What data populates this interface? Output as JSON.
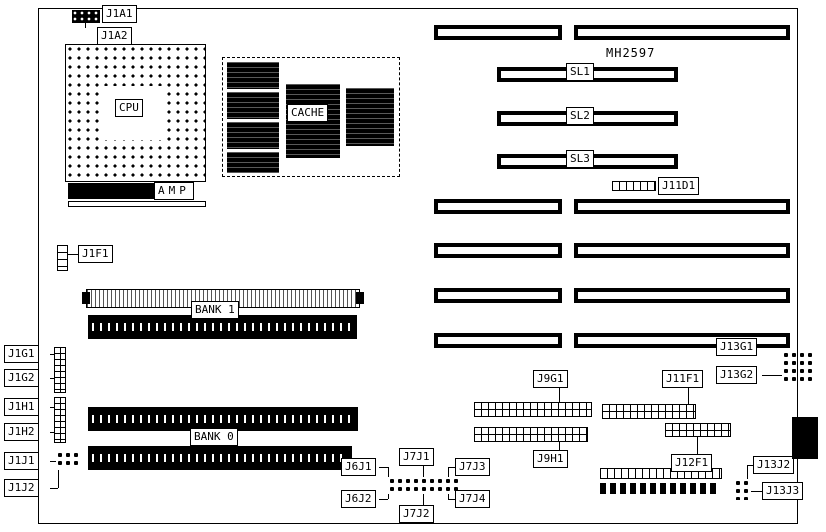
{
  "diagram": {
    "model": "MH2597",
    "cpu": "CPU",
    "amp": "AMP",
    "cache": "CACHE",
    "bank1": "BANK 1",
    "bank0": "BANK 0",
    "slots": {
      "sl1": "SL1",
      "sl2": "SL2",
      "sl3": "SL3"
    },
    "jumpers": {
      "j1a1": "J1A1",
      "j1a2": "J1A2",
      "j1f1": "J1F1",
      "j11d1": "J11D1",
      "j1g1": "J1G1",
      "j1g2": "J1G2",
      "j1h1": "J1H1",
      "j1h2": "J1H2",
      "j1j1": "J1J1",
      "j1j2": "J1J2",
      "j6j1": "J6J1",
      "j6j2": "J6J2",
      "j7j1": "J7J1",
      "j7j2": "J7J2",
      "j7j3": "J7J3",
      "j7j4": "J7J4",
      "j9g1": "J9G1",
      "j9h1": "J9H1",
      "j11f1": "J11F1",
      "j12f1": "J12F1",
      "j13g1": "J13G1",
      "j13g2": "J13G2",
      "j13j2": "J13J2",
      "j13j3": "J13J3"
    }
  }
}
